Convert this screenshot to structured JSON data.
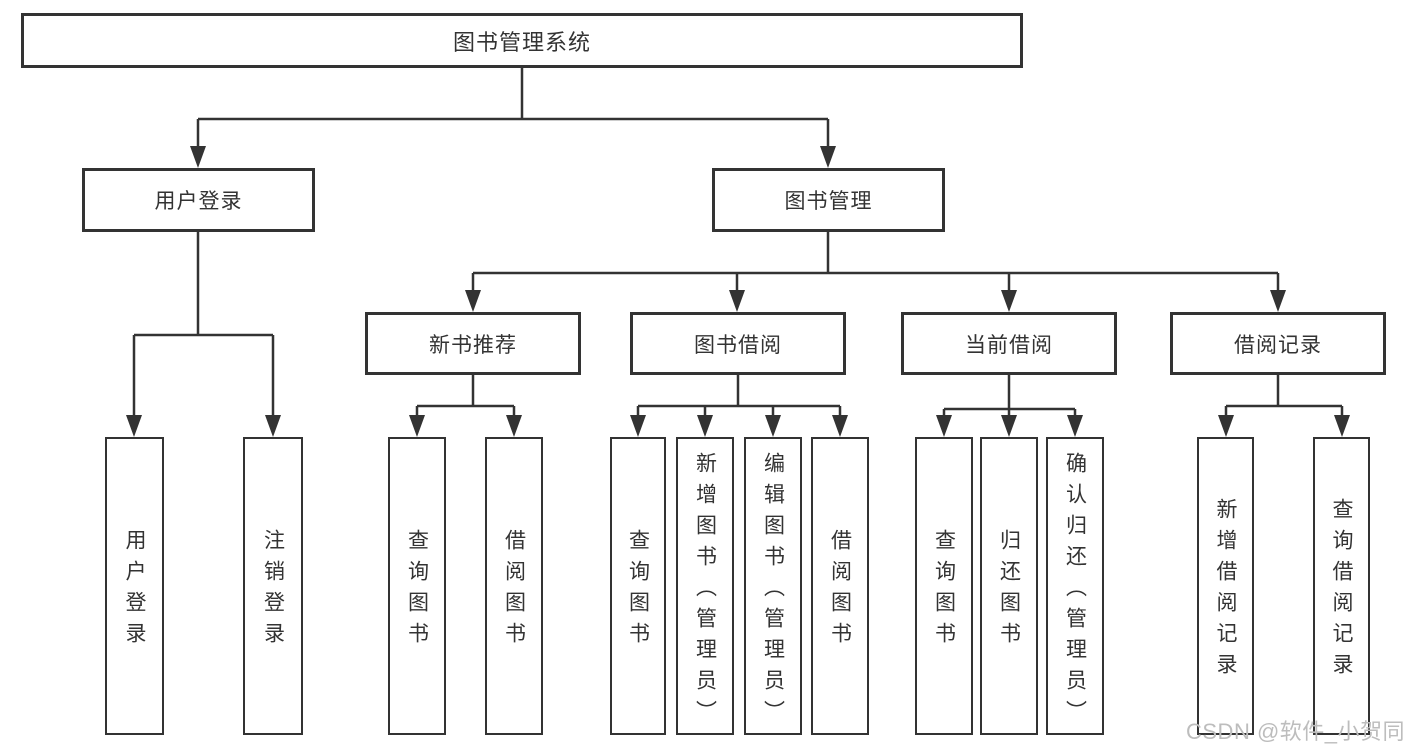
{
  "colors": {
    "line": "#333333",
    "text": "#333333",
    "box_background": "#ffffff",
    "watermark": "#bdbdbd"
  },
  "tree": {
    "label": "图书管理系统",
    "children": [
      {
        "label": "用户登录",
        "children": [
          {
            "label": "用户登录"
          },
          {
            "label": "注销登录"
          }
        ]
      },
      {
        "label": "图书管理",
        "children": [
          {
            "label": "新书推荐",
            "children": [
              {
                "label": "查询图书"
              },
              {
                "label": "借阅图书"
              }
            ]
          },
          {
            "label": "图书借阅",
            "children": [
              {
                "label": "查询图书"
              },
              {
                "label": "新增图书（管理员）"
              },
              {
                "label": "编辑图书（管理员）"
              },
              {
                "label": "借阅图书"
              }
            ]
          },
          {
            "label": "当前借阅",
            "children": [
              {
                "label": "查询图书"
              },
              {
                "label": "归还图书"
              },
              {
                "label": "确认归还（管理员）"
              }
            ]
          },
          {
            "label": "借阅记录",
            "children": [
              {
                "label": "新增借阅记录"
              },
              {
                "label": "查询借阅记录"
              }
            ]
          }
        ]
      }
    ]
  },
  "watermark": {
    "text": "CSDN @软件_小贺同学"
  }
}
